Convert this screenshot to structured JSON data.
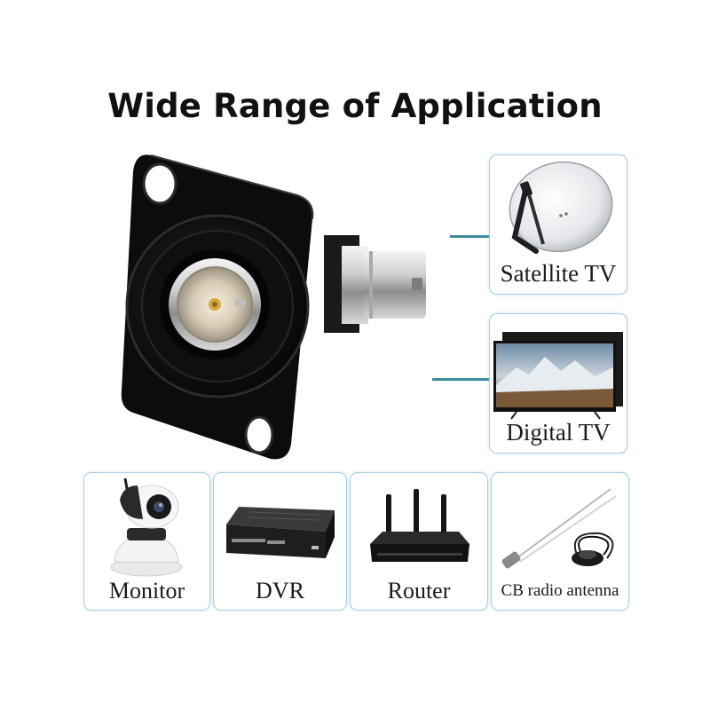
{
  "heading": "Wide Range of Application",
  "applications": {
    "satellite_tv": "Satellite TV",
    "digital_tv": "Digital TV",
    "monitor": "Monitor",
    "dvr": "DVR",
    "router": "Router",
    "cb_antenna": "CB radio antenna"
  },
  "icons": {
    "product": "bnc-connector-panel-mount",
    "satellite_tv": "satellite-dish-icon",
    "digital_tv": "television-icon",
    "monitor": "security-camera-icon",
    "dvr": "dvr-box-icon",
    "router": "router-icon",
    "cb_antenna": "antenna-icon"
  },
  "colors": {
    "card_border": "#a9cfe2",
    "connector_line": "#3f8aa3",
    "product_body": "#0c0c0c"
  }
}
